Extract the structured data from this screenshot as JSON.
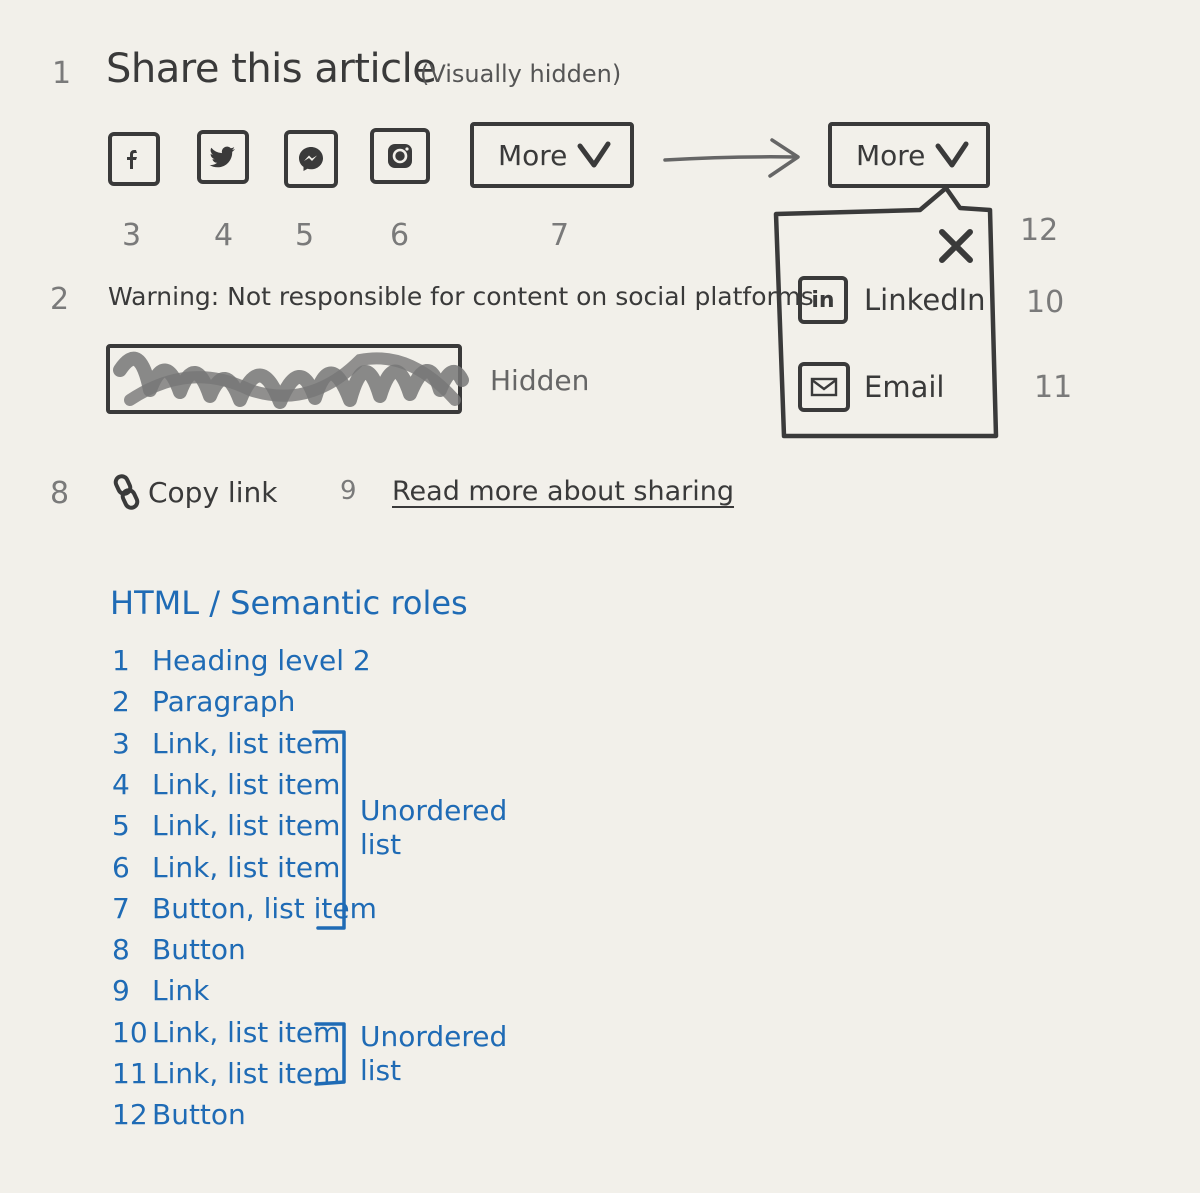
{
  "labels": {
    "n1": "1",
    "n2": "2",
    "n3": "3",
    "n4": "4",
    "n5": "5",
    "n6": "6",
    "n7": "7",
    "n8": "8",
    "n9": "9",
    "n10": "10",
    "n11": "11",
    "n12": "12"
  },
  "heading": "Share this article",
  "heading_note": "(Visually hidden)",
  "share_buttons": [
    {
      "icon": "facebook-icon"
    },
    {
      "icon": "twitter-icon"
    },
    {
      "icon": "messenger-icon"
    },
    {
      "icon": "instagram-icon"
    }
  ],
  "more_label": "More",
  "more_label_open": "More",
  "warning": "Warning: Not responsible for content on social platforms",
  "hidden_label": "Hidden",
  "copy_link": "Copy link",
  "read_more": "Read more about sharing",
  "popup": {
    "close_icon": "close-icon",
    "items": [
      {
        "label": "LinkedIn",
        "icon": "linkedin-icon"
      },
      {
        "label": "Email",
        "icon": "email-icon"
      }
    ]
  },
  "legend": {
    "title": "HTML / Semantic roles",
    "rows": [
      {
        "num": "1",
        "text": "Heading level 2"
      },
      {
        "num": "2",
        "text": "Paragraph"
      },
      {
        "num": "3",
        "text": "Link, list item"
      },
      {
        "num": "4",
        "text": "Link, list item"
      },
      {
        "num": "5",
        "text": "Link, list item"
      },
      {
        "num": "6",
        "text": "Link, list item"
      },
      {
        "num": "7",
        "text": "Button, list item"
      },
      {
        "num": "8",
        "text": "Button"
      },
      {
        "num": "9",
        "text": "Link"
      },
      {
        "num": "10",
        "text": "Link, list item"
      },
      {
        "num": "11",
        "text": "Link, list item"
      },
      {
        "num": "12",
        "text": "Button"
      }
    ],
    "group1": [
      "Unordered",
      "list"
    ],
    "group2": [
      "Unordered",
      "list"
    ]
  },
  "colors": {
    "ink": "#3a3a3a",
    "annotation_blue": "#1f6bb5",
    "background": "#f2f0ea"
  }
}
